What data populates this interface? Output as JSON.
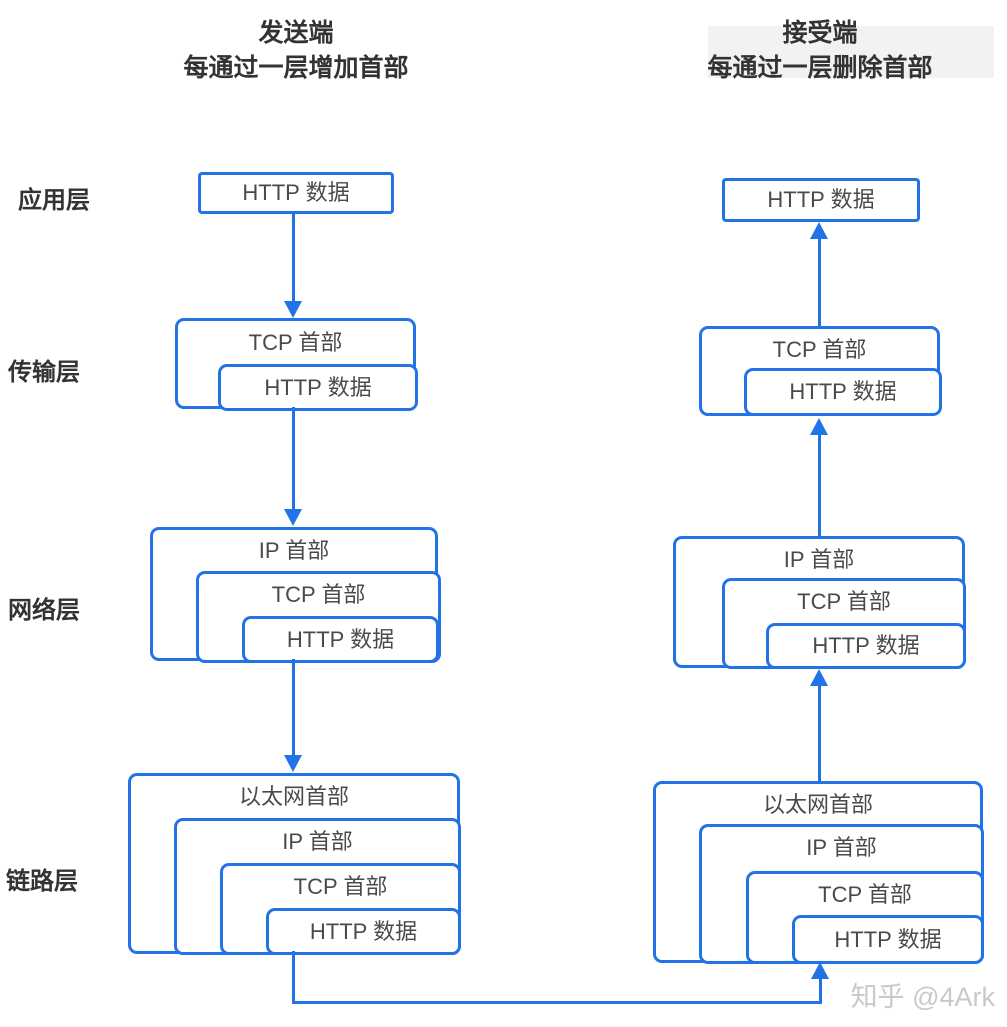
{
  "sender": {
    "title_line1": "发送端",
    "title_line2": "每通过一层增加首部"
  },
  "receiver": {
    "title_line1": "接受端",
    "title_line2": "每通过一层删除首部"
  },
  "layers": {
    "application": "应用层",
    "transport": "传输层",
    "network": "网络层",
    "link": "链路层"
  },
  "boxes": {
    "http_data": "HTTP 数据",
    "tcp_header": "TCP 首部",
    "ip_header": "IP 首部",
    "ethernet_header": "以太网首部"
  },
  "watermark": "知乎 @4Ark",
  "colors": {
    "accent_blue": "#2273e6",
    "title_text": "#333333",
    "box_text": "#4a4a4a",
    "watermark_gray": "#c9c9c9"
  }
}
